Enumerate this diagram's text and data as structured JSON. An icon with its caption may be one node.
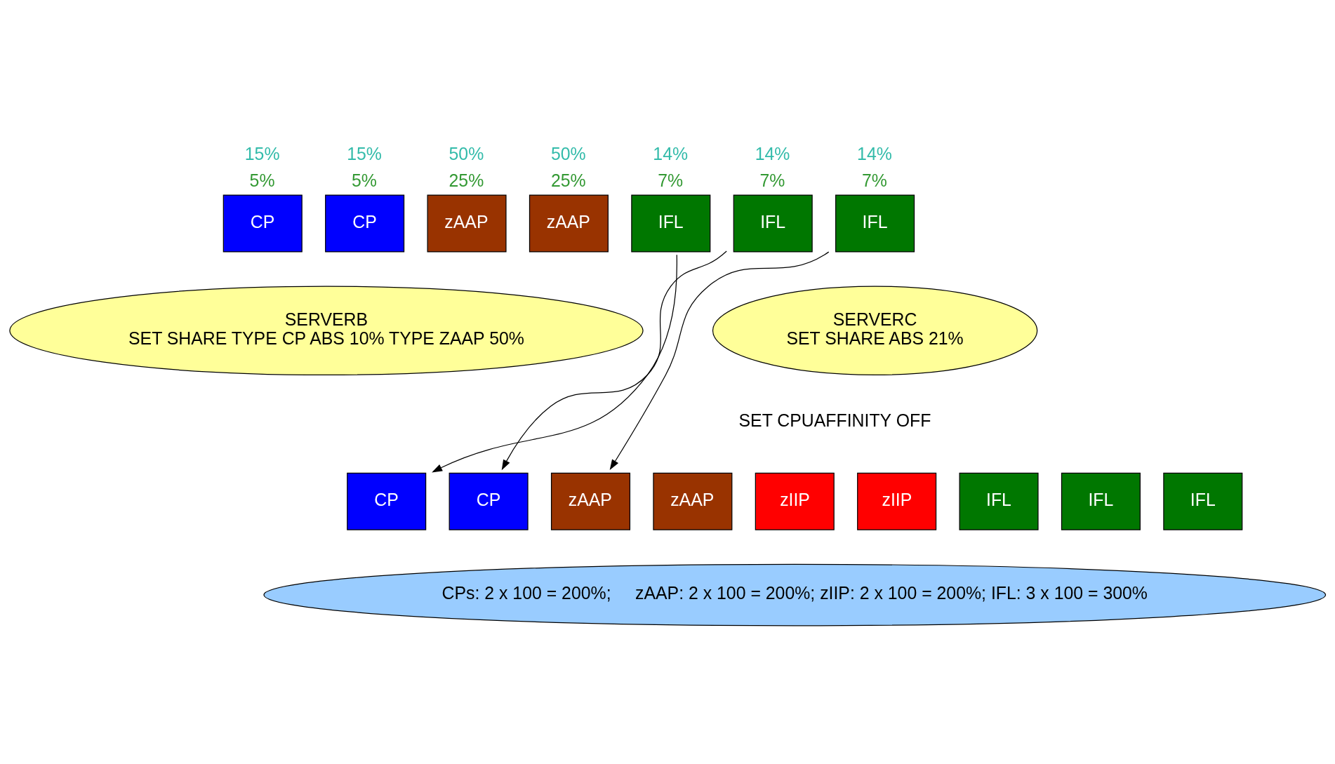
{
  "diagram": {
    "nodes": [
      {
        "text": [
          "SERVERB",
          "SET SHARE TYPE CP ABS 10% TYPE ZAAP 50%"
        ]
      },
      {
        "text": [
          "CP"
        ],
        "beside": [
          "15%",
          "5%"
        ]
      },
      {
        "text": [
          "CP"
        ],
        "beside": [
          "15%",
          "5%"
        ]
      },
      {
        "text": [
          "zAAP"
        ],
        "beside": [
          "50%",
          "25%"
        ]
      },
      {
        "text": [
          "zAAP"
        ],
        "beside": [
          "50%",
          "25%"
        ]
      },
      {
        "text": [
          "SERVERC",
          "SET SHARE ABS 21%"
        ]
      },
      {
        "text": [
          "IFL"
        ],
        "beside": [
          "14%",
          "7%"
        ]
      },
      {
        "text": [
          "IFL"
        ],
        "beside": [
          "14%",
          "7%"
        ]
      },
      {
        "text": [
          "IFL"
        ],
        "beside": [
          "14%",
          "7%"
        ]
      },
      {
        "text": [
          "CPs: 2 x 100 = 200%;     zAAP: 2 x 100 = 200%; zIIP: 2 x 100 = 200%; IFL: 3 x 100 = 300%"
        ]
      },
      {
        "text": [
          "CP"
        ]
      },
      {
        "text": [
          "CP"
        ]
      },
      {
        "text": [
          "zAAP"
        ]
      },
      {
        "text": [
          "zAAP"
        ]
      },
      {
        "text": [
          "zIIP"
        ]
      },
      {
        "text": [
          "zIIP"
        ]
      },
      {
        "text": [
          "IFL"
        ]
      },
      {
        "text": [
          "IFL"
        ]
      },
      {
        "text": [
          "IFL"
        ]
      }
    ],
    "edges": [
      {
        "from": 6,
        "to": 10,
        "arrow": "to"
      },
      {
        "from": 7,
        "to": 11,
        "arrow": "to"
      },
      {
        "from": 8,
        "to": 12,
        "arrow": "to"
      }
    ],
    "labels": [
      "SET CPUAFFINITY OFF"
    ]
  }
}
